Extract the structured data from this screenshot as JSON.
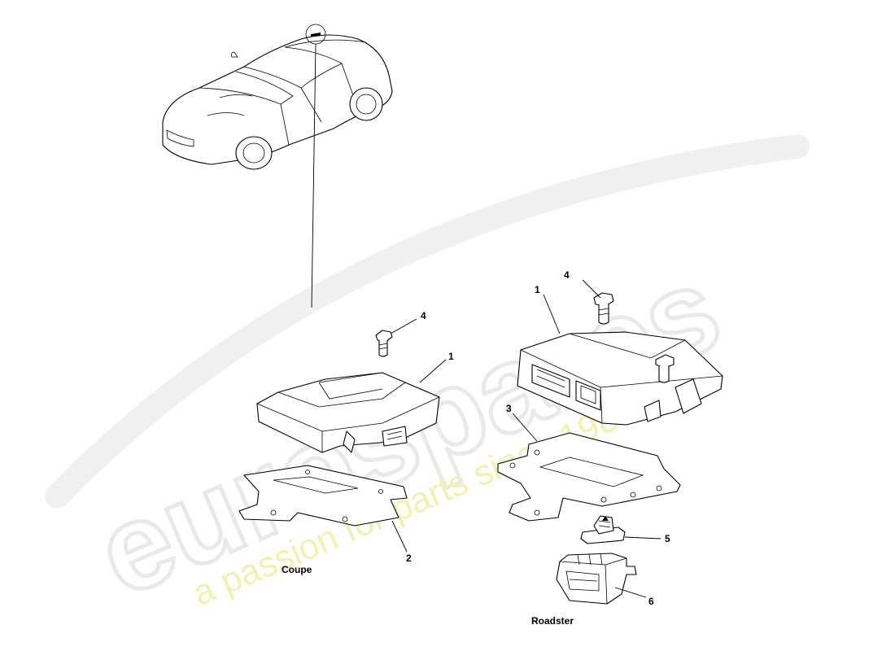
{
  "watermark": {
    "brand": "eurospares",
    "tagline": "a passion for parts since 1985"
  },
  "diagram": {
    "captions": {
      "coupe": "Coupe",
      "roadster": "Roadster"
    },
    "callouts": {
      "coupe_module": "1",
      "coupe_bolt": "4",
      "coupe_bracket": "2",
      "roadster_module": "1",
      "roadster_bolt": "4",
      "roadster_bracket": "3",
      "roadster_clip": "5",
      "roadster_connector": "6"
    }
  }
}
